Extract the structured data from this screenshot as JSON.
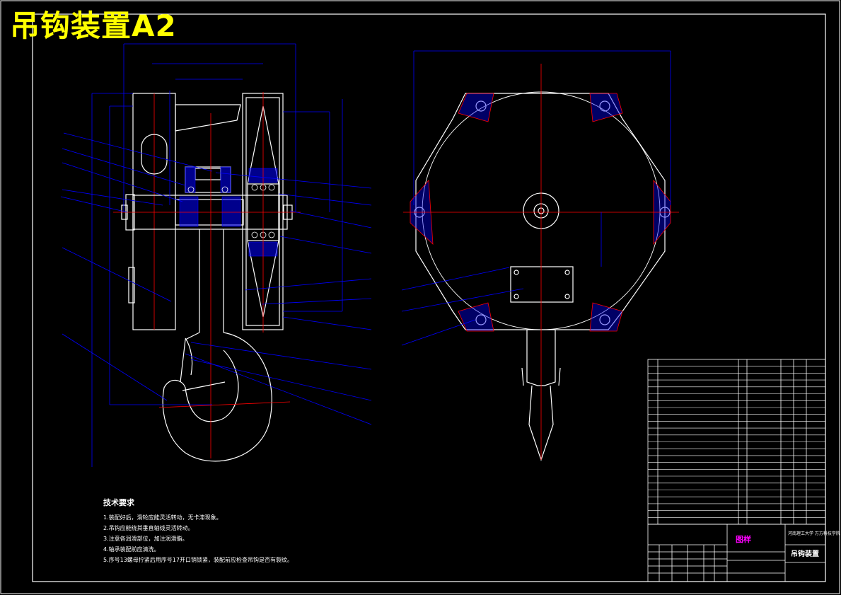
{
  "drawing": {
    "title": "吊钩装置A2"
  },
  "technical_requirements": {
    "title": "技术要求",
    "items": [
      "1.装配好后，滑轮应能灵活转动，无卡滞现象。",
      "2.吊钩应能绕其垂直轴线灵活转动。",
      "3.注意各润滑部位，加注润滑脂。",
      "4.轴承装配前应清洗。",
      "5.序号13螺母拧紧后用序号17开口销锁紧，装配前应检查吊钩是否有裂纹。"
    ]
  },
  "title_block": {
    "part_name": "吊钩装置",
    "institution": "河南理工大学 万方科技学院",
    "seal": "图样"
  },
  "colors": {
    "background": "#000000",
    "outline": "#ffffff",
    "dimension": "#0000ff",
    "centerline": "#ff0000",
    "hatch": "#0000ff",
    "title": "#ffff00",
    "table_material": "#00ff00"
  }
}
